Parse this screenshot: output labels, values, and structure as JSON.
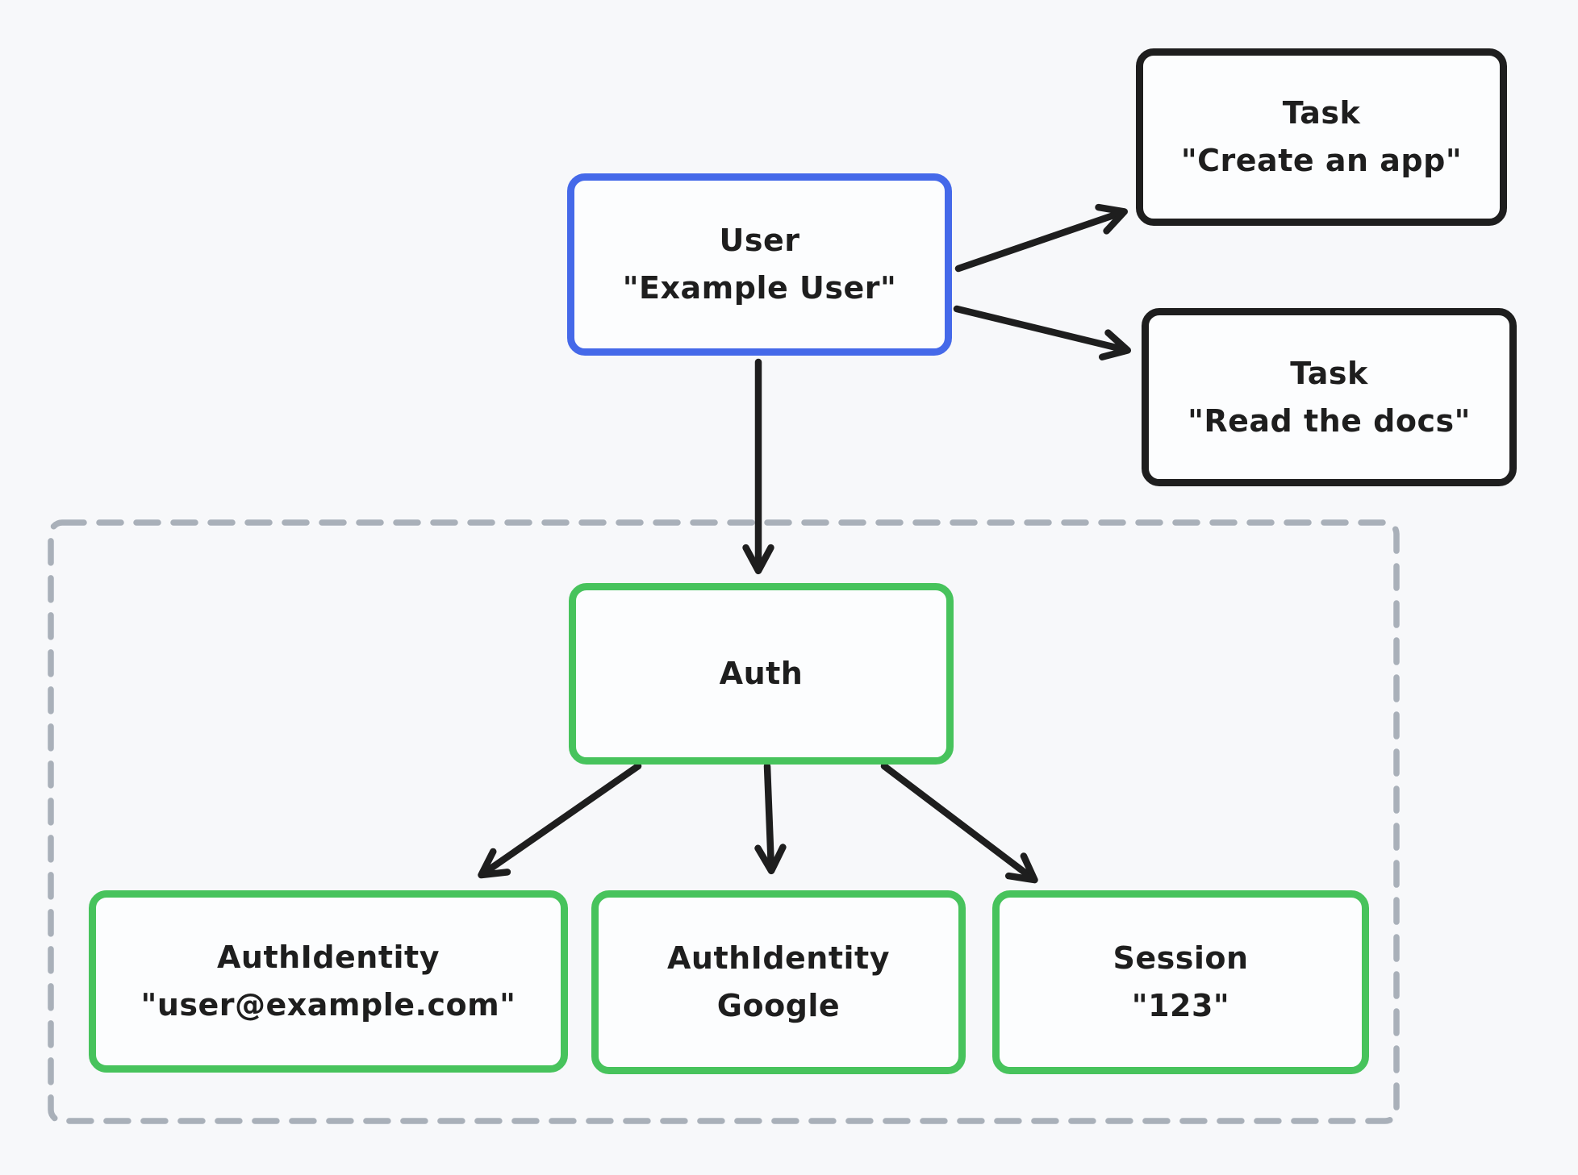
{
  "nodes": {
    "user": {
      "line1": "User",
      "line2": "\"Example User\""
    },
    "task_create": {
      "line1": "Task",
      "line2": "\"Create an app\""
    },
    "task_read": {
      "line1": "Task",
      "line2": "\"Read the docs\""
    },
    "auth": {
      "line1": "Auth"
    },
    "auth_identity_email": {
      "line1": "AuthIdentity",
      "line2": "\"user@example.com\""
    },
    "auth_identity_google": {
      "line1": "AuthIdentity",
      "line2": "Google"
    },
    "session": {
      "line1": "Session",
      "line2": "\"123\""
    }
  },
  "edges": [
    {
      "from": "user",
      "to": "task_create"
    },
    {
      "from": "user",
      "to": "task_read"
    },
    {
      "from": "user",
      "to": "auth"
    },
    {
      "from": "auth",
      "to": "auth_identity_email"
    },
    {
      "from": "auth",
      "to": "auth_identity_google"
    },
    {
      "from": "auth",
      "to": "session"
    }
  ],
  "colors": {
    "background": "#f7f8fa",
    "ink": "#1e1e1e",
    "node_fill": "#fcfdfe",
    "user_border_blue": "#4569e9",
    "auth_border_green": "#47c35c",
    "task_border_black": "#1e1e1e",
    "group_dash_gray": "#a9b0b9"
  }
}
